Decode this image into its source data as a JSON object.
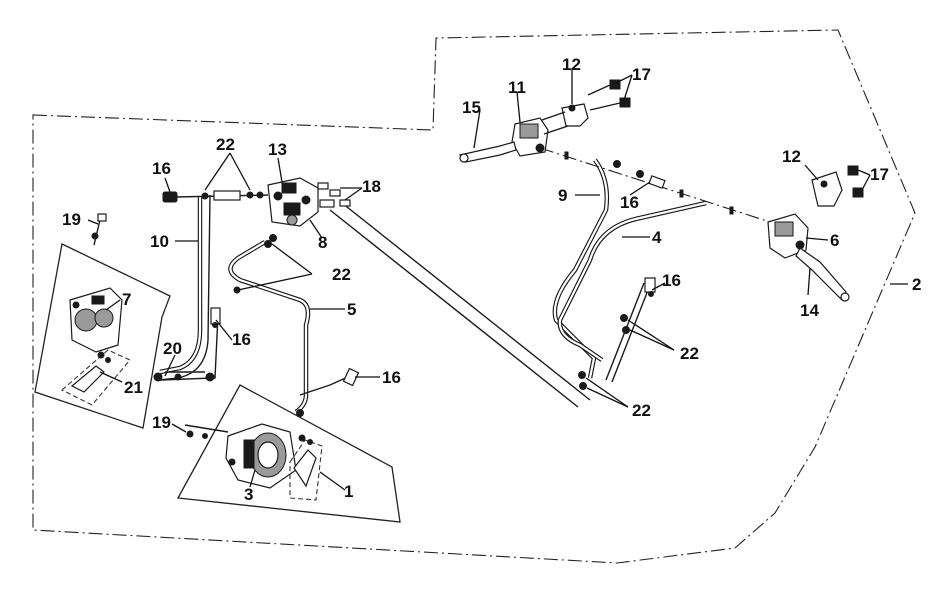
{
  "callouts": {
    "c1": "1",
    "c2": "2",
    "c3": "3",
    "c4": "4",
    "c5": "5",
    "c6": "6",
    "c7": "7",
    "c8": "8",
    "c9": "9",
    "c10": "10",
    "c11": "11",
    "c12a": "12",
    "c12b": "12",
    "c13": "13",
    "c14": "14",
    "c15": "15",
    "c16a": "16",
    "c16b": "16",
    "c16c": "16",
    "c16d": "16",
    "c16e": "16",
    "c17a": "17",
    "c17b": "17",
    "c18": "18",
    "c19a": "19",
    "c19b": "19",
    "c20": "20",
    "c21": "21",
    "c22a": "22",
    "c22b": "22",
    "c22c": "22",
    "c22d": "22"
  },
  "colors": {
    "line": "#1a1a1a",
    "background": "#ffffff"
  }
}
